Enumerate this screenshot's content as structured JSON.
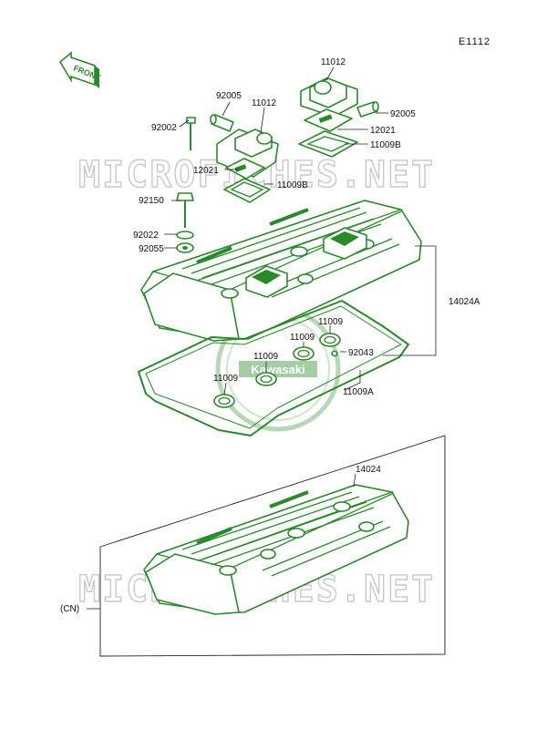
{
  "diagram_code": "E1112",
  "front_label": "FRONT",
  "watermark": "MICROFICHES.NET",
  "brand_mark": "Kawasaki",
  "cn_label": "(CN)",
  "callouts": [
    {
      "id": "c11012a",
      "label": "11012"
    },
    {
      "id": "c92005a",
      "label": "92005"
    },
    {
      "id": "c11012b",
      "label": "11012"
    },
    {
      "id": "c92002",
      "label": "92002"
    },
    {
      "id": "c92005b",
      "label": "92005"
    },
    {
      "id": "c12021a",
      "label": "12021"
    },
    {
      "id": "c11009b1",
      "label": "11009B"
    },
    {
      "id": "c12021b",
      "label": "12021"
    },
    {
      "id": "c11009b2",
      "label": "11009B"
    },
    {
      "id": "c92150",
      "label": "92150"
    },
    {
      "id": "c92022",
      "label": "92022"
    },
    {
      "id": "c92055",
      "label": "92055"
    },
    {
      "id": "c14024a",
      "label": "14024A"
    },
    {
      "id": "c11009_1",
      "label": "11009"
    },
    {
      "id": "c11009_2",
      "label": "11009"
    },
    {
      "id": "c92043",
      "label": "92043"
    },
    {
      "id": "c11009_3",
      "label": "11009"
    },
    {
      "id": "c11009_4",
      "label": "11009"
    },
    {
      "id": "c11009a",
      "label": "11009A"
    },
    {
      "id": "c14024",
      "label": "14024"
    }
  ]
}
